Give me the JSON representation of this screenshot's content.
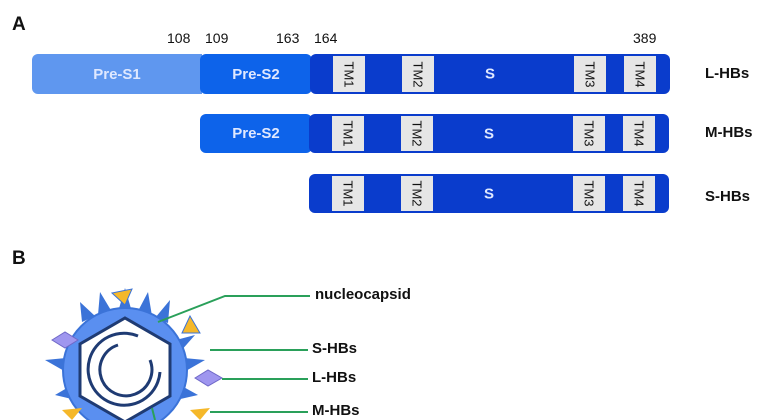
{
  "panel_a": {
    "label": "A",
    "positions": [
      "108",
      "109",
      "163",
      "164",
      "389"
    ],
    "pre_s1": "Pre-S1",
    "pre_s2": "Pre-S2",
    "s": "S",
    "tm": [
      "TM1",
      "TM2",
      "TM3",
      "TM4"
    ],
    "rows": [
      "L-HBs",
      "M-HBs",
      "S-HBs"
    ]
  },
  "panel_b": {
    "label": "B",
    "labels": [
      "nucleocapsid",
      "S-HBs",
      "L-HBs",
      "M-HBs"
    ]
  },
  "colors": {
    "pre_s1": "#5f97ef",
    "pre_s2": "#0d63ea",
    "s": "#0a3ccc",
    "line": "#2aa05a"
  }
}
